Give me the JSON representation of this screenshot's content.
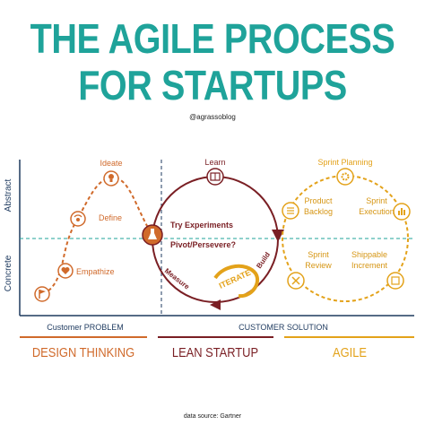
{
  "title": {
    "line1": "THE AGILE PROCESS",
    "line2": "FOR STARTUPS",
    "handle": "@agrassoblog"
  },
  "axes": {
    "y_upper": "Abstract",
    "y_lower": "Concrete",
    "x_left": "Customer PROBLEM",
    "x_right": "CUSTOMER SOLUTION"
  },
  "design_thinking": {
    "steps": [
      "Empathize",
      "Define",
      "Ideate"
    ],
    "icons": [
      "flag-icon",
      "heart-icon",
      "broadcast-icon",
      "lightbulb-icon"
    ]
  },
  "lean_startup": {
    "top_label": "Learn",
    "center_lines": [
      "Try Experiments",
      "Pivot/Persevere?"
    ],
    "build_label": "Build",
    "measure_label": "Measure",
    "iterate_label": "ITERATE",
    "icons": [
      "book-icon",
      "flask-icon"
    ]
  },
  "agile": {
    "top_label": "Sprint Planning",
    "product_backlog": [
      "Product",
      "Backlog"
    ],
    "sprint_execution": [
      "Sprint",
      "Execution"
    ],
    "sprint_review": [
      "Sprint",
      "Review"
    ],
    "shippable_increment": [
      "Shippable",
      "Increment"
    ],
    "icons": [
      "gears-icon",
      "list-icon",
      "chart-icon",
      "box-icon",
      "tools-icon"
    ]
  },
  "sections": [
    {
      "label": "DESIGN THINKING",
      "color": "#d06a2b"
    },
    {
      "label": "LEAN STARTUP",
      "color": "#7a1f24"
    },
    {
      "label": "AGILE",
      "color": "#e3a21a"
    }
  ],
  "colors": {
    "teal": "#1fa39a",
    "orange": "#d06a2b",
    "maroon": "#7a1f24",
    "gold": "#e3a21a",
    "axis": "#1e3a5f"
  },
  "source": "data source: Gartner"
}
